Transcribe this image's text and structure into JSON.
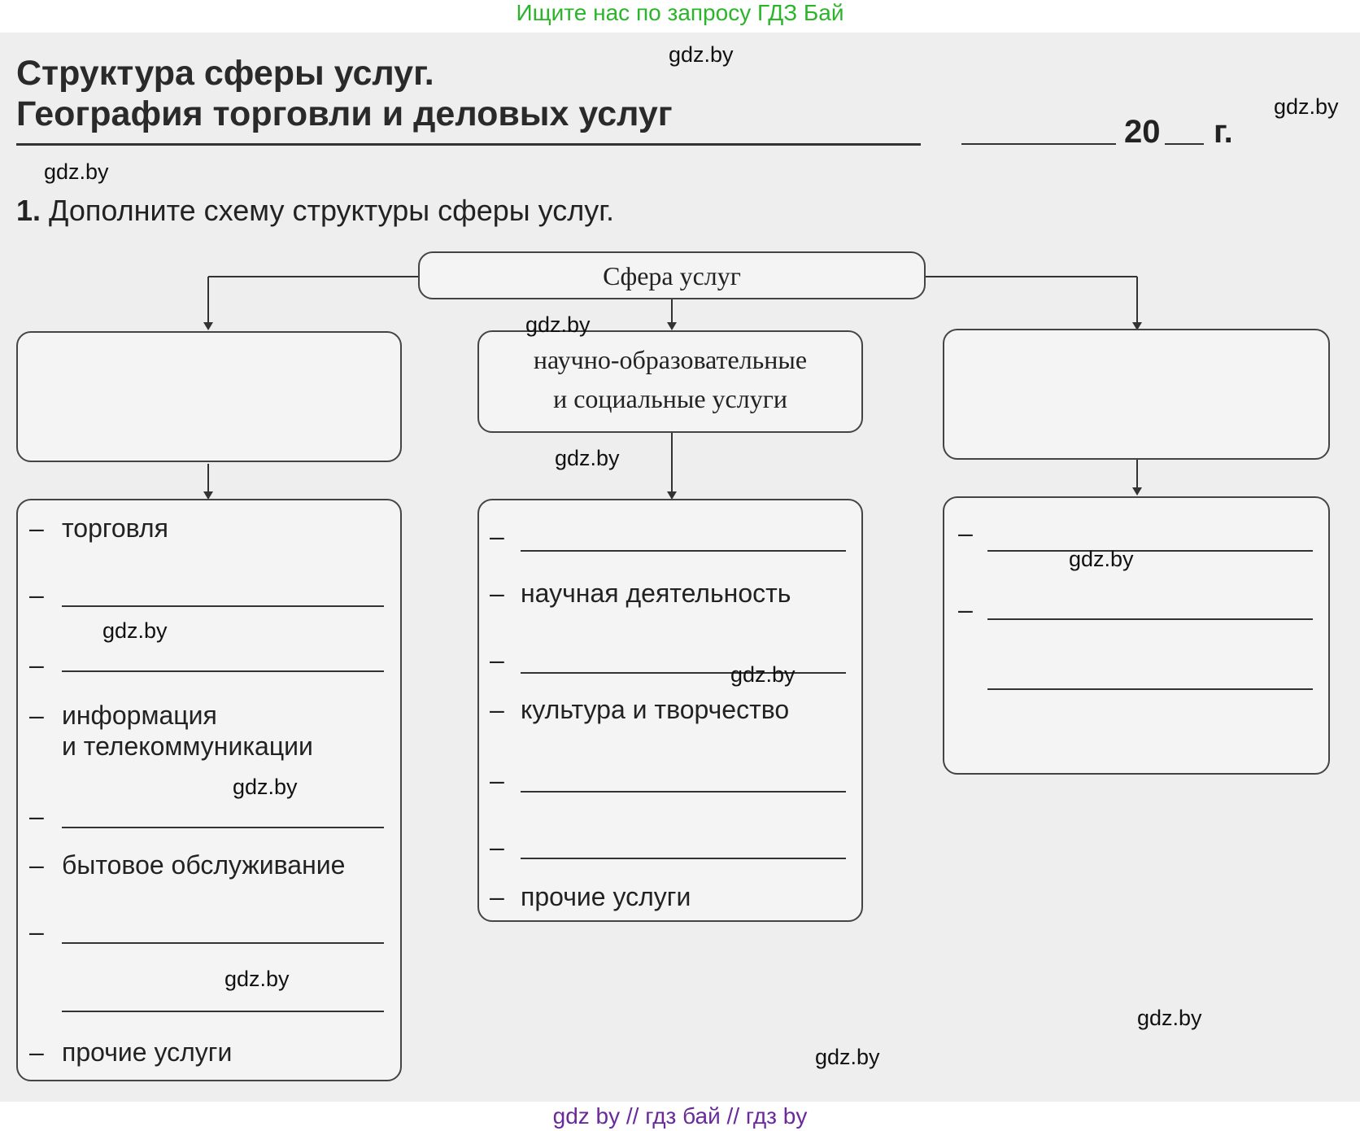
{
  "banner_top": "Ищите нас по запросу ГДЗ Бай",
  "banner_bottom": "gdz by  //  гдз бай  //  гдз by",
  "title_line1": "Структура сферы услуг.",
  "title_line2": "География торговли и деловых услуг",
  "year": "20",
  "year_suffix": "г.",
  "task": {
    "number": "1.",
    "text": "Дополните схему структуры сферы услуг."
  },
  "root_box": "Сфера услуг",
  "middle_top_box": {
    "line1": "научно-образовательные",
    "line2": "и социальные услуги"
  },
  "left_list": [
    "торговля",
    "информация",
    "и телекоммуникации",
    "бытовое обслуживание",
    "прочие услуги"
  ],
  "middle_list": [
    "научная деятельность",
    "культура и творчество",
    "прочие услуги"
  ],
  "dash_symbol": "–",
  "watermark": "gdz.by"
}
